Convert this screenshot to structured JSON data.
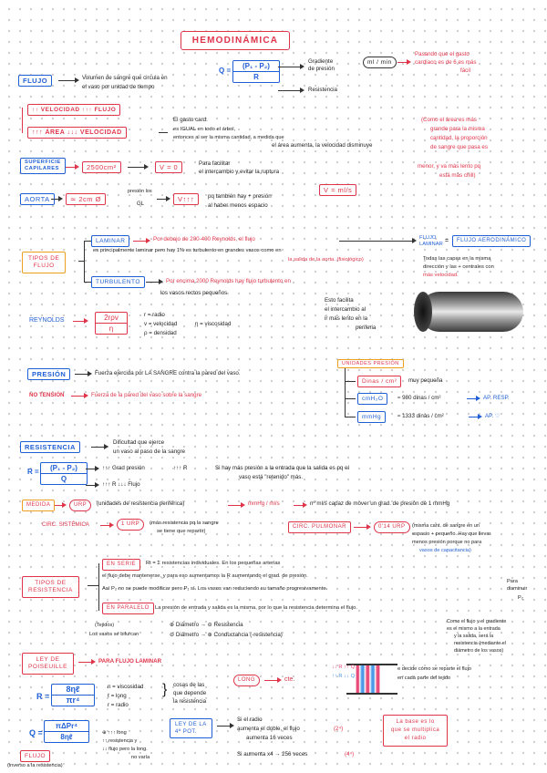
{
  "title": "HEMODINÁMICA",
  "flujo": {
    "label": "FLUJO",
    "def_1": "Volumen de sangre que circula en",
    "def_2": "el vaso por unidad de tiempo",
    "formula_left": "Q =",
    "formula_num": "(P₁ - P₂)",
    "formula_den": "R",
    "arrow_1": "Gradiente",
    "arrow_1b": "de presión",
    "arrow_2": "Resistencia",
    "unit": "ml / min",
    "note_1": "Pasando que el gasto",
    "note_2": "cardíaco es de 6 es más",
    "note_3": "fácil"
  },
  "velocidad": {
    "box": "↑↑ VELOCIDAD ↑↑↑ FLUJO",
    "area_box": "↑↑↑ ÁREA ↓↓↓ VELOCIDAD",
    "g1": "El gasto card.",
    "g2": "es IGUAL en todo el árbol,",
    "g3": "entonces al ser la misma cantidad, a medida que",
    "g4": "el área aumenta, la velocidad disminuye",
    "red_1": "(Como el área es más",
    "red_2": "grande para la misma",
    "red_3": "cantidad, la proporción",
    "red_4": "de sangre que pasa es",
    "red_5": "menor, y va más lento pq",
    "red_6": "está más chill)",
    "sup_1": "SUPERFICIE",
    "sup_2": "CAPILARES",
    "sup_val": "2500cm²",
    "v0": "V = 0",
    "v0_1": "Para facilitar",
    "v0_2": "el intercambio y evitar la ruptura",
    "aorta": "AORTA",
    "aorta_val": "≃ 2cm Ø",
    "aorta_a": "presión los",
    "aorta_b": "GL",
    "aorta_c": "V↑↑↑",
    "aorta_d": "pq también hay + presión",
    "aorta_e": "al haber menos espacio",
    "v_units": "V = ml/s"
  },
  "tipos_flujo": {
    "label_1": "TIPOS DE",
    "label_2": "FLUJO",
    "laminar": "LAMINAR",
    "laminar_txt_1": "Por debajo de 200-400 Reynolds, el flujo",
    "laminar_txt_2": "es principalmente laminar pero hay 1% es turbulento en grandes vasos como en",
    "laminar_txt_3": "la salida de la aorta. (fisiológico)",
    "flujo_laminar_1": "FLUJO",
    "flujo_laminar_2": "LAMINAR",
    "flujo_aero": "FLUJO AERODINÁMICO",
    "aero_1": "Todas las capas en la misma",
    "aero_2": "dirección y las + centrales con",
    "aero_3": "más velocidad.",
    "turbulento": "TURBULENTO",
    "turb_1": "Por encima 2000 Reynolds hay flujo turbulento en",
    "turb_2": "los vasos rectos pequeños"
  },
  "reynolds": {
    "label": "REYNOLDS",
    "num": "2rρv",
    "den": "η",
    "r": "r = radio",
    "v": "v = velocidad",
    "eta": "η = viscosidad",
    "p": "ρ = densidad",
    "vessel_1": "Esto facilita",
    "vessel_2": "el intercambio al",
    "vessel_3": "ir más lento en la",
    "vessel_4": "periferia"
  },
  "presion": {
    "label": "PRESIÓN",
    "def": "Fuerza ejercida por LA SANGRE contra la pared del vaso.",
    "no_tension": "NO TENSIÓN",
    "no_tension_def": "Fuerza de la pared del vaso sobre la sangre",
    "unidades": "UNIDADES PRESIÓN",
    "u1": "Dinas / cm²",
    "u1_txt": "muy pequeña",
    "u2": "cmH₂O",
    "u2_txt": "≈ 980 dinas / cm²",
    "u2_note": "AP. RESP.",
    "u3": "mmHg",
    "u3_txt": "≈ 1333 dinas / cm²",
    "u3_note": "AP. ♡"
  },
  "resistencia": {
    "label": "RESISTENCIA",
    "def_1": "Dificultad que ejerce",
    "def_2": "un vaso al paso de la sangre",
    "formula_left": "R =",
    "formula_num": "(P₁ - P₂)",
    "formula_den": "Q",
    "r1": "↑↑↑ Grad presión",
    "r1b": "↑↑↑ R",
    "r1c": "Si hay más presión a la entrada que la salida es pq el",
    "r1d": "vaso está \"retenido\" más.",
    "r2": "↑↑↑ R ↓↓↓ Flujo",
    "medida": "MEDIDA",
    "urp": "URP",
    "urp_txt": "(unidades de resistencia periférica)",
    "urp_units": "mmHg / ml/s",
    "urp_def": "nº ml/s capaz de mover un grad. de presión de 1 mmHg",
    "circ_sist": "CIRC. SISTÉMICA",
    "urp1": "1 URP",
    "sist_txt_1": "(más resistencia pq la sangre",
    "sist_txt_2": "se tiene que repartir)",
    "circ_pulm": "CIRC. PULMONAR",
    "urp014": "0'14 URP",
    "pulm_1": "(misma cant. de sangre en un",
    "pulm_2": "espacio + pequeño. Hay que llevar",
    "pulm_3": "menos presión porque no para",
    "pulm_4": "vasos de capacitancia)"
  },
  "tipos_resistencia": {
    "label_1": "TIPOS DE",
    "label_2": "RESISTENCIA",
    "serie": "EN SERIE",
    "serie_1": "Rt = Σ resistencias individuales. En los pequeñas arterias",
    "serie_2": "el flujo debe mantenerse, y para eso aumentamos la R aumentando el grad. de presión.",
    "serie_3": "Así P₂ no se puede modificar pero P₁ sí. Los vasos van reduciendo su tamaño progresivamente.",
    "serie_4": "Para",
    "serie_5": "disminuir",
    "serie_6": "P₂",
    "paralelo": "EN PARALELO",
    "par_1": "La presión de entrada y salida es la misma, por lo que la resistencia determina el flujo.",
    "par_2": "(Tejidos)",
    "par_3": "Los vasos se bifurcan",
    "par_4": "⊕ Diámetro → ⊖ Resistencia",
    "par_5": "⊖ Diámetro → ⊕ Conductancia (-resistencia)",
    "side_1": "Como el flujo y el gradiente",
    "side_2": "es el mismo a la entrada",
    "side_3": "y la salida, será la",
    "side_4": "resistencia (mediante el",
    "side_5": "diámetro de los vasos)",
    "side_6": "la que decide cómo se reparte el flujo",
    "side_7": "en cada parte del tejido",
    "legend_1": "↓↓ R ↑↑ Q",
    "legend_2": "↑↑ R ↓↓ Q"
  },
  "poiseuille": {
    "label_1": "LEY DE",
    "label_2": "POISEUILLE",
    "para": "PARA FLUJO LAMINAR",
    "formula_left": "R =",
    "formula_num": "8ηℓ",
    "formula_den": "πr⁴",
    "n1": "n = viscosidad",
    "n2": "ℓ = long",
    "n3": "r = radio",
    "cosas_1": "cosas de las",
    "cosas_2": "que depende",
    "cosas_3": "la resistencia",
    "long": "LONG",
    "cte": "cte.",
    "q_left": "Q =",
    "q_num": "πΔPr⁴",
    "q_den": "8ηℓ",
    "flujo_box": "FLUJO",
    "flujo_note": "(inverso a la resistencia)",
    "q_note_1": "⊕ ↑↑↑ long",
    "q_note_2": "↑↑ resistencia y",
    "q_note_3": "↓↓ flujo pero la long.",
    "q_note_4": "no varía",
    "ley_r4_1": "LEY DE LA",
    "ley_r4_2": "4ª POT.",
    "pot_1": "Si el radio",
    "pot_2": "aumenta el doble, el flujo",
    "pot_3": "aumenta 16 veces",
    "pot_4": "(2⁴)",
    "pot_5": "Si aumenta x4 → 256 veces",
    "pot_6": "(4⁴)",
    "final_1": "La base es lo",
    "final_2": "que se multiplica",
    "final_3": "el radio"
  }
}
